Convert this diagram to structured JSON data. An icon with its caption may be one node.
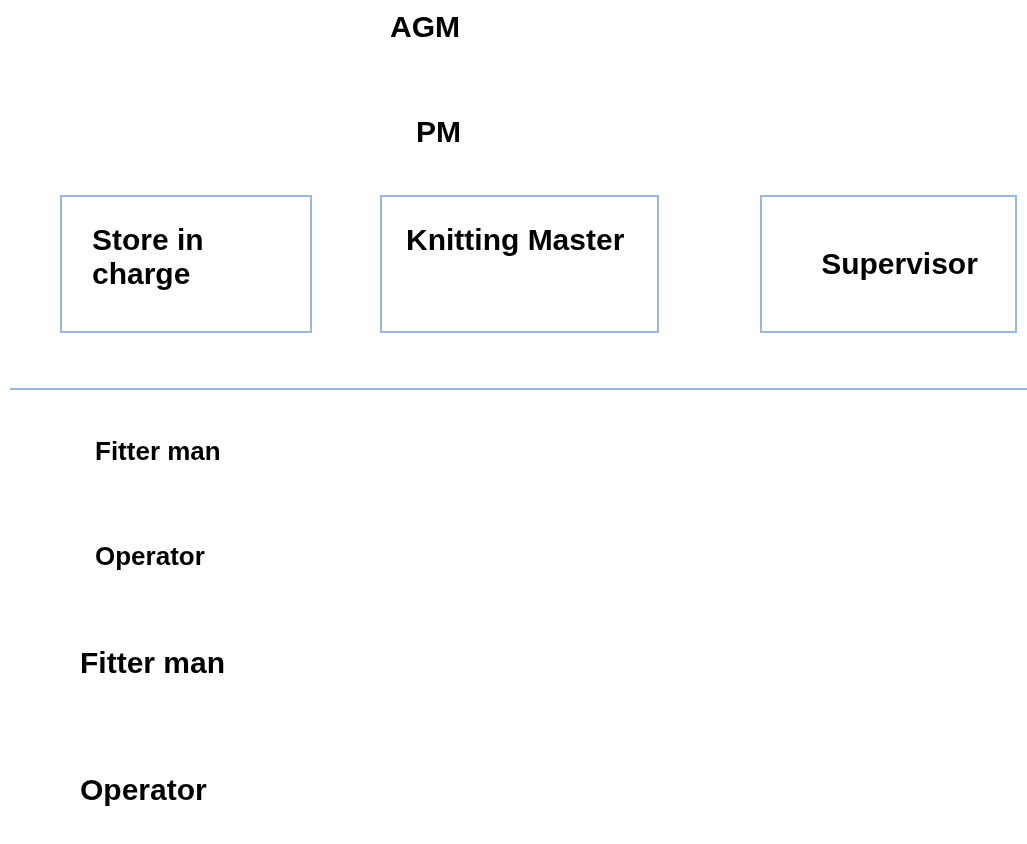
{
  "diagram": {
    "nodes": [
      {
        "text": [
          "Store in charge"
        ]
      },
      {
        "text": [
          "Knitting Master"
        ]
      },
      {
        "text": [
          "Supervisor"
        ]
      }
    ],
    "labels": [
      "AGM",
      "PM",
      "Fitter man",
      "Operator",
      "Fitter man",
      "Operator"
    ]
  }
}
